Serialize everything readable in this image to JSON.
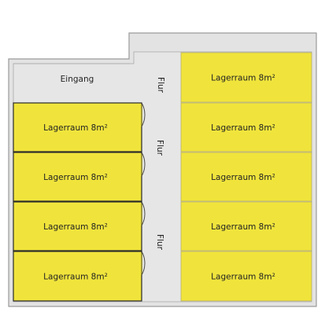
{
  "colors": {
    "outer_wall": "#e3e3e3",
    "outer_wall_stroke": "#9a9a9a",
    "corridor": "#e6e6e6",
    "storage": "#f0e43c",
    "storage_stroke": "#2a2a2a",
    "door": "#3a3a3a"
  },
  "entrance": {
    "label": "Eingang"
  },
  "corridor": {
    "labels": [
      "Flur",
      "Flur",
      "Flur"
    ]
  },
  "left_rooms": [
    {
      "label": "Lagerraum 8m²"
    },
    {
      "label": "Lagerraum 8m²"
    },
    {
      "label": "Lagerraum 8m²"
    },
    {
      "label": "Lagerraum 8m²"
    }
  ],
  "right_rooms": [
    {
      "label": "Lagerraum 8m²"
    },
    {
      "label": "Lagerraum 8m²"
    },
    {
      "label": "Lagerraum 8m²"
    },
    {
      "label": "Lagerraum 8m²"
    },
    {
      "label": "Lagerraum 8m²"
    }
  ],
  "doors": [
    {
      "side": "left",
      "room": 0
    },
    {
      "side": "left",
      "room": 1
    },
    {
      "side": "left",
      "room": 2
    },
    {
      "side": "left",
      "room": 3
    }
  ]
}
